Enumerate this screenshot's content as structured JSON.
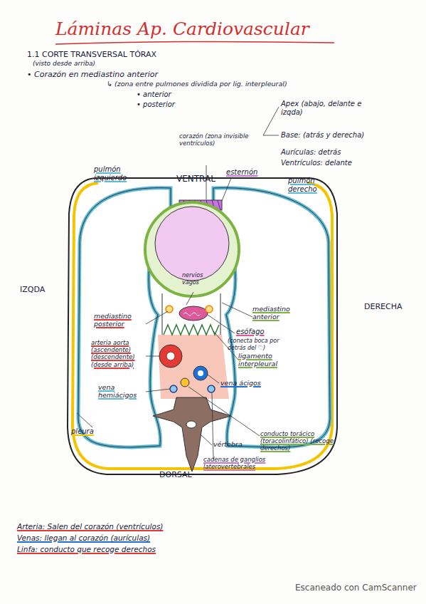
{
  "diagram": {
    "title": "Láminas Ap. Cardiovascular",
    "labels": [
      "1.1 CORTE TRANSVERSAL TÓRAX",
      "(visto desde arriba)",
      "• Corazón en mediastino anterior",
      "↳ (zona entre pulmones dividida por lig. interpleural)",
      "• anterior",
      "• posterior",
      "Apex (abajo, delante e izqda)",
      "Base: (atrás y derecha)",
      "Aurículas: detrás",
      "Ventrículos: delante",
      "corazón (zona invisible ventrículos)",
      "VENTRAL",
      "esternón",
      "pulmón izquierdo",
      "pulmón derecho",
      "IZQDA",
      "DERECHA",
      "nervios vagos",
      "mediastino posterior",
      "mediastino anterior",
      "esófago",
      "(conecta boca por detrás del ♡)",
      "ligamento interpleural",
      "arteria aorta (ascendente) (descendente) (desde arriba)",
      "vena ácigos",
      "vena hemiácigos",
      "pleura",
      "conducto torácico (toracolinfático) (recoge derechos)",
      "vértebra",
      "cadenas de ganglios laterovertebrales",
      "DORSAL",
      "Arteria: Salen del corazón (ventrículos)",
      "Venas: llegan al corazón (aurículas)",
      "Linfa: conducto que recoge derechos",
      "Escaneado con CamScanner"
    ]
  }
}
